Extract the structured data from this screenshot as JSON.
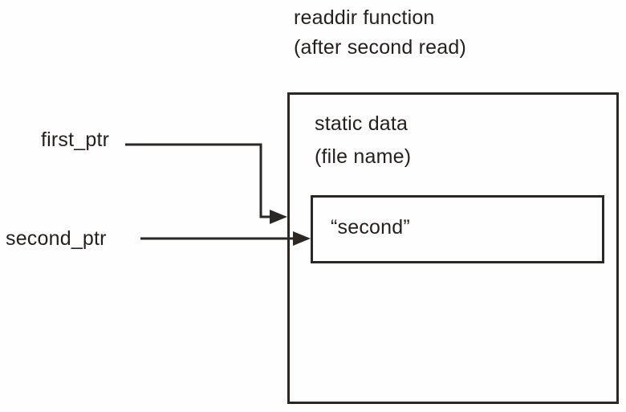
{
  "diagram": {
    "title": {
      "lines": [
        "readdir function",
        "(after second read)"
      ]
    },
    "outer_box": {
      "caption_lines": [
        "static data",
        "(file name)"
      ]
    },
    "inner_box": {
      "value": "“second”"
    },
    "pointers": [
      {
        "id": "first",
        "label": "first_ptr"
      },
      {
        "id": "second",
        "label": "second_ptr"
      }
    ],
    "colors": {
      "ink": "#241f1c",
      "stroke": "#2b2724",
      "background": "#fefefe"
    }
  }
}
